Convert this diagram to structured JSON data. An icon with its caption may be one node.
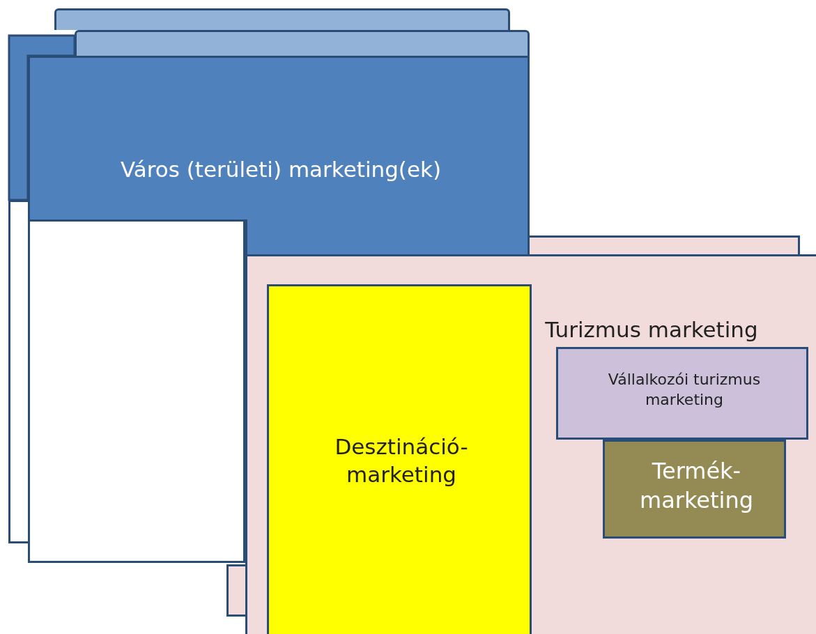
{
  "diagram": {
    "nodes": [
      {
        "text": [
          "Város (területi) marketing(ek)"
        ]
      },
      {
        "text": [
          "Turizmus marketing"
        ]
      },
      {
        "text": [
          "Desztináció-marketing"
        ],
        "in": 1
      },
      {
        "text": [
          "Vállalkozói turizmus marketing"
        ],
        "in": 1
      },
      {
        "text": [
          "Termék-marketing"
        ],
        "in": 1
      }
    ]
  }
}
